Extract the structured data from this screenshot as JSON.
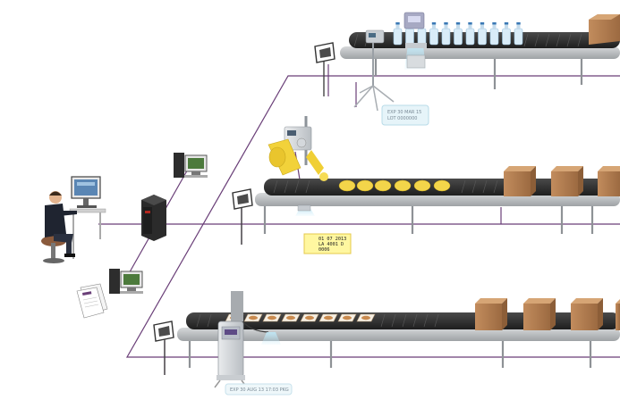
{
  "labels": {
    "top_printer_tag": [
      "EXP 30 MAR 15",
      "LOT 0000000"
    ],
    "middle_printer_tag": [
      "01 07 2013",
      "LA 4001 D",
      "0006"
    ],
    "bottom_printer_tag": "EXP 30 AUG 13 17:03 PKG"
  },
  "colors": {
    "network_line": "#6a3f78",
    "belt": "#333333",
    "rail": "#b3b6b9",
    "box": "#b07a4f",
    "cheese": "#f3d54a",
    "yellow_tag": "#fff7a0"
  },
  "icons": [
    "operator-at-workstation",
    "server-tower",
    "desktop-computer",
    "printed-documents",
    "barcode-scanner-sign",
    "inkjet-printer",
    "label-printer",
    "bottle",
    "cardboard-box",
    "cheese-wedge",
    "food-package"
  ]
}
